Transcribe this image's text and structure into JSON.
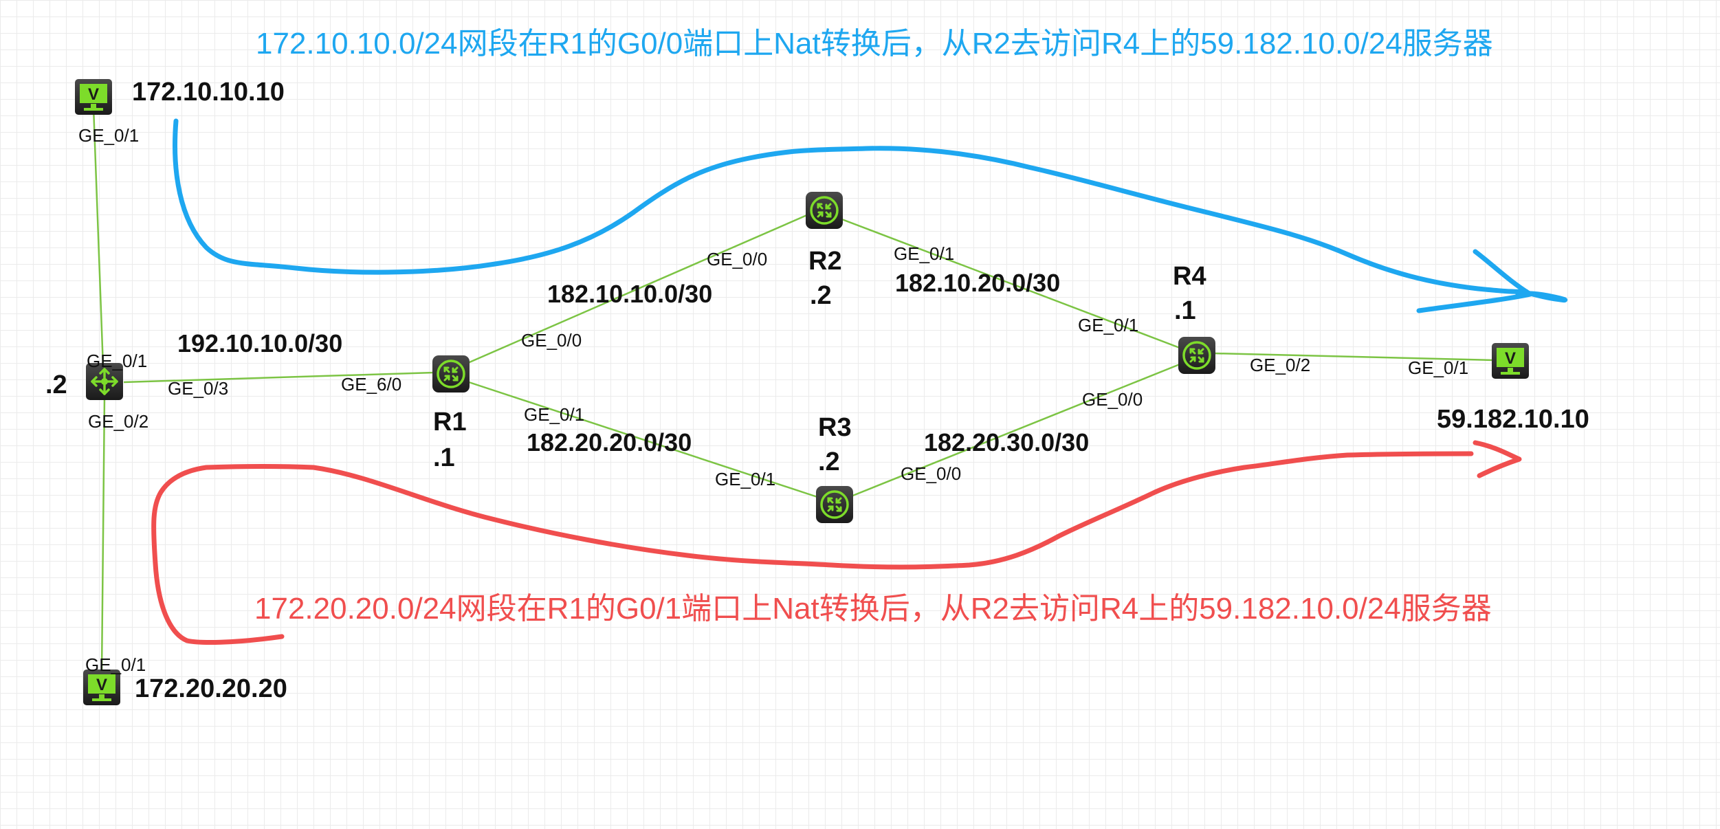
{
  "colors": {
    "link": "#7cc444",
    "blue_annotation": "#1ea7f0",
    "red_annotation": "#f04e4e",
    "device_dark": "#2a2a2a",
    "device_green": "#7ddc2a"
  },
  "banners": {
    "top": "172.10.10.0/24网段在R1的G0/0端口上Nat转换后，从R2去访问R4上的59.182.10.0/24服务器",
    "bottom": "172.20.20.0/24网段在R1的G0/1端口上Nat转换后，从R2去访问R4上的59.182.10.0/24服务器"
  },
  "devices": {
    "pc_top": {
      "label": "172.10.10.10",
      "icon": "v-monitor-icon"
    },
    "pc_bottom": {
      "label": "172.20.20.20",
      "icon": "v-monitor-icon"
    },
    "server": {
      "label": "59.182.10.10",
      "icon": "v-monitor-icon"
    },
    "switch": {
      "addr": ".2",
      "icon": "switch-icon"
    },
    "r1": {
      "name": "R1",
      "addr": ".1",
      "icon": "router-icon"
    },
    "r2": {
      "name": "R2",
      "addr": ".2",
      "icon": "router-icon"
    },
    "r3": {
      "name": "R3",
      "addr": ".2",
      "icon": "router-icon"
    },
    "r4": {
      "name": "R4",
      "addr": ".1",
      "icon": "router-icon"
    }
  },
  "networks": {
    "sw_r1": "192.10.10.0/30",
    "r1_r2": "182.10.10.0/30",
    "r2_r4": "182.10.20.0/30",
    "r1_r3": "182.20.20.0/30",
    "r3_r4": "182.20.30.0/30"
  },
  "ports": {
    "pc_top": "GE_0/1",
    "sw_top": "GE_0/1",
    "sw_right": "GE_0/3",
    "sw_bottom": "GE_0/2",
    "pc_bottom": "GE_0/1",
    "r1_left": "GE_6/0",
    "r1_up": "GE_0/0",
    "r1_down": "GE_0/1",
    "r2_left": "GE_0/0",
    "r2_right": "GE_0/1",
    "r3_left": "GE_0/1",
    "r3_right": "GE_0/0",
    "r4_up": "GE_0/1",
    "r4_down": "GE_0/0",
    "r4_right": "GE_0/2",
    "server": "GE_0/1"
  }
}
